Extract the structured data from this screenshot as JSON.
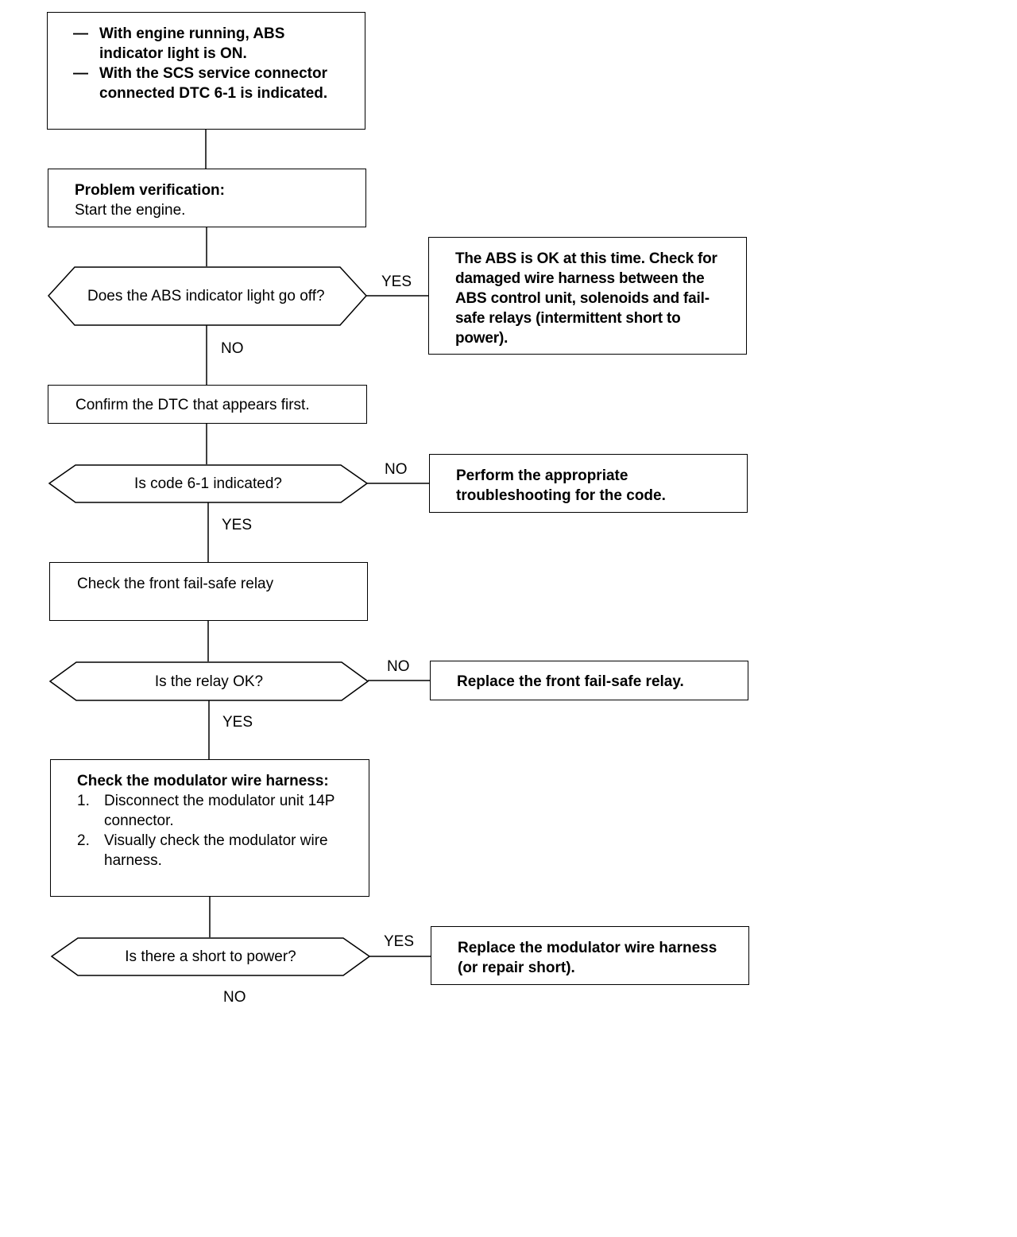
{
  "start": {
    "items": [
      {
        "dash": "—",
        "text": "With engine running, ABS indicator light is ON."
      },
      {
        "dash": "—",
        "text": "With the SCS service connector connected DTC 6-1 is indicated."
      }
    ]
  },
  "verification": {
    "heading": "Problem verification:",
    "text": "Start the engine."
  },
  "q1": {
    "text": "Does the ABS indicator light go off?",
    "yes_label": "YES",
    "no_label": "NO",
    "yes_result": "The ABS is OK at this time. Check for damaged wire harness between the ABS control unit, solenoids and fail-safe relays (intermittent short to power)."
  },
  "confirm": {
    "text": "Confirm the DTC that appears first."
  },
  "q2": {
    "text": "Is code 6-1 indicated?",
    "no_label": "NO",
    "yes_label": "YES",
    "no_result": "Perform the appropriate troubleshooting for the code."
  },
  "check_relay": {
    "text": "Check the front fail-safe relay"
  },
  "q3": {
    "text": "Is the relay OK?",
    "no_label": "NO",
    "yes_label": "YES",
    "no_result": "Replace the front fail-safe relay."
  },
  "check_harness": {
    "heading": "Check the modulator wire harness:",
    "steps": [
      {
        "num": "1.",
        "text": "Disconnect the modulator unit 14P connector."
      },
      {
        "num": "2.",
        "text": "Visually check the modulator wire harness."
      }
    ]
  },
  "q4": {
    "text": "Is there a short to power?",
    "yes_label": "YES",
    "no_label": "NO",
    "yes_result": "Replace the modulator wire harness (or repair short)."
  }
}
